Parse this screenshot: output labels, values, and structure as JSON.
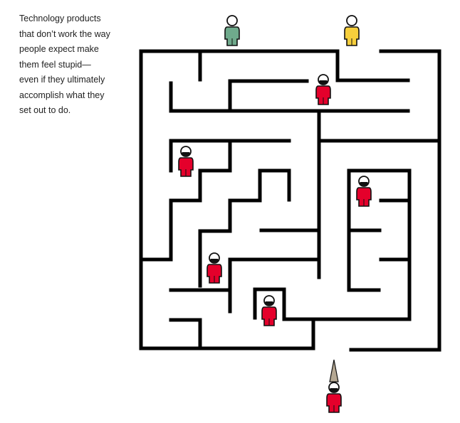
{
  "caption": {
    "lines": [
      "Technology products",
      "that don’t work the way",
      "people expect make",
      "them feel stupid—",
      "even if they ultimately",
      "accomplish what they",
      "set out to do."
    ]
  },
  "colors": {
    "wall": "#000000",
    "red_figure": "#e4002b",
    "green_figure": "#6faa8c",
    "yellow_figure": "#f7cf3c",
    "hat": "#b5a893"
  },
  "figures": [
    {
      "name": "green-figure",
      "color": "green",
      "outside_maze": true
    },
    {
      "name": "yellow-figure",
      "color": "yellow",
      "outside_maze": true
    },
    {
      "name": "red-figure",
      "color": "red",
      "outside_maze": false
    },
    {
      "name": "red-figure",
      "color": "red",
      "outside_maze": false
    },
    {
      "name": "red-figure",
      "color": "red",
      "outside_maze": false
    },
    {
      "name": "red-figure",
      "color": "red",
      "outside_maze": false
    },
    {
      "name": "red-figure",
      "color": "red",
      "outside_maze": false
    },
    {
      "name": "red-figure-with-hat",
      "color": "red",
      "outside_maze": true
    }
  ]
}
